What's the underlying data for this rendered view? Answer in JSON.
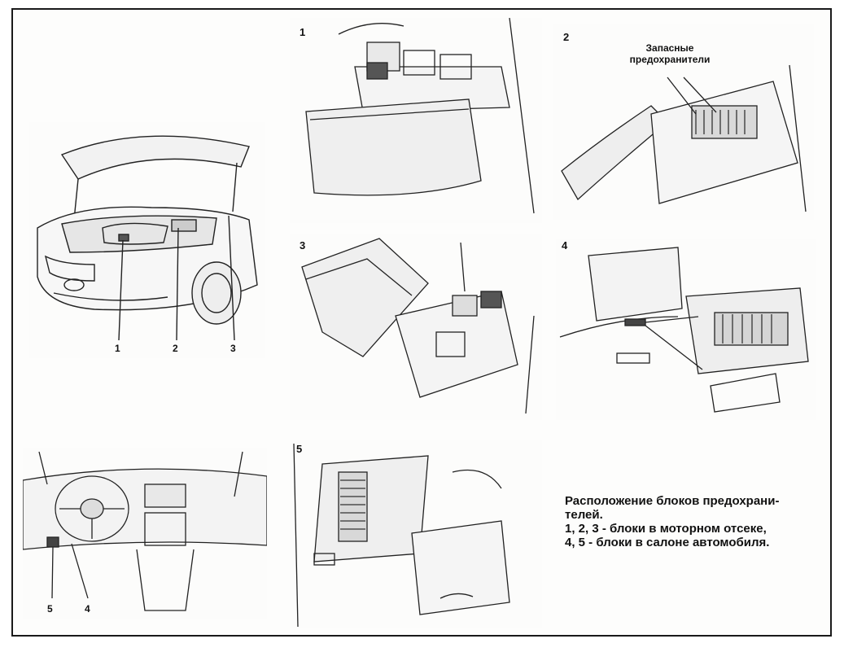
{
  "overview": {
    "callouts": [
      "1",
      "2",
      "3"
    ]
  },
  "dash": {
    "callouts": [
      "5",
      "4"
    ]
  },
  "panels": [
    {
      "number": "1"
    },
    {
      "number": "2",
      "label_line1": "Запасные",
      "label_line2": "предохранители"
    },
    {
      "number": "3"
    },
    {
      "number": "4"
    },
    {
      "number": "5"
    }
  ],
  "caption": {
    "line1": "Расположение блоков предохрани-",
    "line2": "телей.",
    "line3": "1, 2, 3 - блоки в моторном отсеке,",
    "line4": "4, 5 -  блоки в салоне автомобиля."
  }
}
